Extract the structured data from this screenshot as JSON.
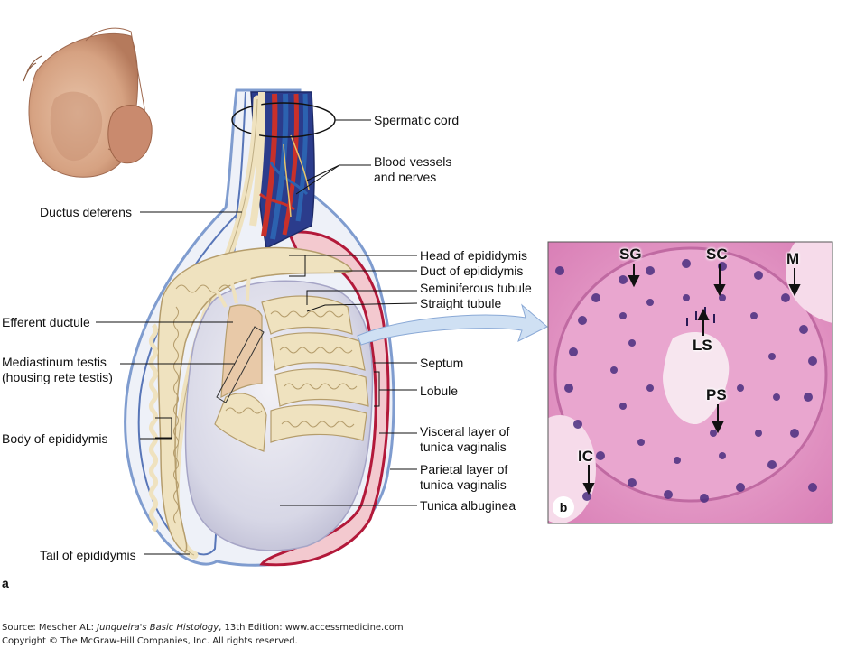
{
  "labels": {
    "spermatic_cord": "Spermatic cord",
    "blood_vessels_line1": "Blood vessels",
    "blood_vessels_line2": "and nerves",
    "ductus_deferens": "Ductus deferens",
    "head_of_epididymis": "Head of epididymis",
    "duct_of_epididymis": "Duct of epididymis",
    "seminiferous_tubule": "Seminiferous tubule",
    "straight_tubule": "Straight tubule",
    "efferent_ductule": "Efferent ductule",
    "mediastinum_line1": "Mediastinum testis",
    "mediastinum_line2": "(housing rete testis)",
    "septum": "Septum",
    "lobule": "Lobule",
    "visceral_line1": "Visceral layer of",
    "visceral_line2": "tunica vaginalis",
    "body_of_epididymis": "Body of epididymis",
    "parietal_line1": "Parietal layer of",
    "parietal_line2": "tunica vaginalis",
    "tunica_albuginea": "Tunica albuginea",
    "tail_of_epididymis": "Tail of epididymis"
  },
  "panels": {
    "a": "a",
    "b": "b"
  },
  "micrograph_labels": {
    "sg": "SG",
    "sc": "SC",
    "m": "M",
    "ls": "LS",
    "ps": "PS",
    "ic": "IC"
  },
  "source": {
    "line1_prefix": "Source: Mescher AL: ",
    "line1_title": "Junqueira's Basic Histology",
    "line1_suffix": ", 13th Edition: www.accessmedicine.com",
    "line2": "Copyright © The McGraw-Hill Companies, Inc. All rights reserved."
  },
  "colors": {
    "skin": "#d9a98a",
    "tunica_vaginalis": "#b3193a",
    "albuginea": "#cfd3e4",
    "epididymis": "#efe2bf",
    "artery": "#c8302a",
    "vein": "#2c62b0",
    "stain_pink": "#d97fb6",
    "stain_purple": "#5a3a8c"
  }
}
